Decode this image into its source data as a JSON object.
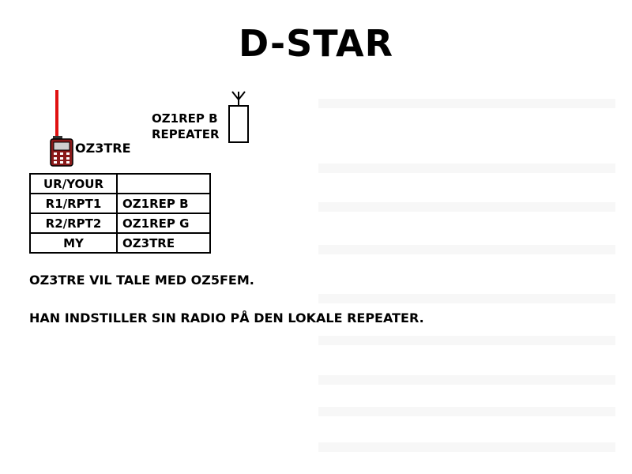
{
  "title": "D-STAR",
  "radio": {
    "callsign": "OZ3TRE",
    "icon": "handheld-radio-icon",
    "antenna_color": "#e01010",
    "body_color": "#9a1a1a"
  },
  "repeater": {
    "callsign": "OZ1REP B",
    "label": "REPEATER",
    "icon": "repeater-tower-icon"
  },
  "routing_table": {
    "rows": [
      {
        "key": "UR/YOUR",
        "value": ""
      },
      {
        "key": "R1/RPT1",
        "value": "OZ1REP B"
      },
      {
        "key": "R2/RPT2",
        "value": "OZ1REP G"
      },
      {
        "key": "MY",
        "value": "OZ3TRE"
      }
    ]
  },
  "captions": [
    "OZ3TRE VIL TALE MED OZ5FEM.",
    "HAN INDSTILLER SIN RADIO PÅ DEN LOKALE REPEATER."
  ]
}
